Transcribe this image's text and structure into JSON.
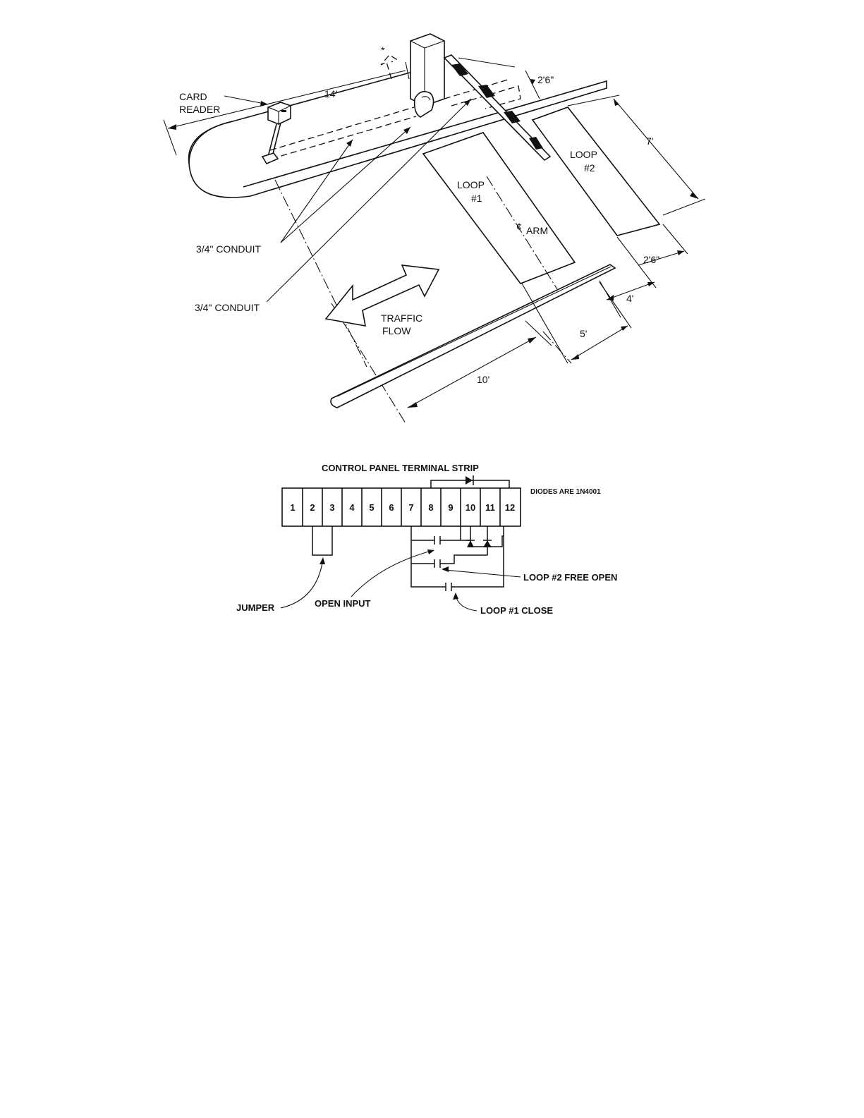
{
  "site_plan": {
    "labels": {
      "card_reader_line1": "CARD",
      "card_reader_line2": "READER",
      "conduit_1": "3/4\" CONDUIT",
      "conduit_2": "3/4\" CONDUIT",
      "traffic_line1": "TRAFFIC",
      "traffic_line2": "FLOW",
      "loop1_line1": "LOOP",
      "loop1_line2": "#1",
      "loop2_line1": "LOOP",
      "loop2_line2": "#2",
      "arm": "ARM",
      "centerline_symbol": "¢",
      "asterisk": "*"
    },
    "dimensions": {
      "island_length": "14'",
      "arm_offset": "2'6\"",
      "loop_length": "7'",
      "loop_gap": "2'6\"",
      "loop_to_curb": "4'",
      "loop_width": "5'",
      "lane_width": "10'"
    }
  },
  "terminal_strip": {
    "title": "CONTROL PANEL TERMINAL STRIP",
    "note": "DIODES ARE 1N4001",
    "terminals": [
      "1",
      "2",
      "3",
      "4",
      "5",
      "6",
      "7",
      "8",
      "9",
      "10",
      "11",
      "12"
    ],
    "labels": {
      "jumper": "JUMPER",
      "open_input": "OPEN INPUT",
      "loop2_free_open": "LOOP #2 FREE OPEN",
      "loop1_close": "LOOP #1 CLOSE"
    }
  }
}
